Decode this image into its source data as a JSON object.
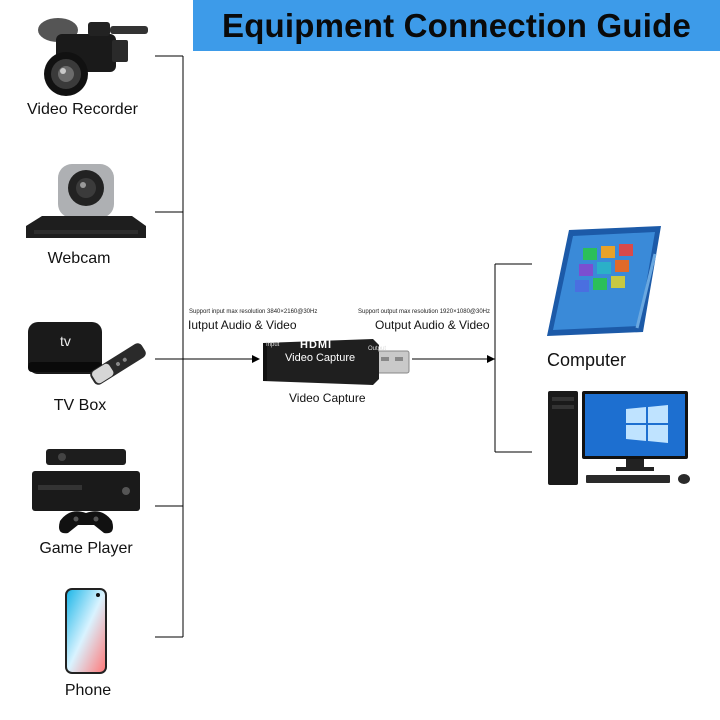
{
  "title": "Equipment Connection Guide",
  "colors": {
    "banner": "#3d9be9",
    "line": "#000000"
  },
  "sources": [
    {
      "label": "Video Recorder",
      "icon": "camcorder-icon"
    },
    {
      "label": "Webcam",
      "icon": "ptz-webcam-icon"
    },
    {
      "label": "TV Box",
      "icon": "apple-tv-box-icon"
    },
    {
      "label": "Game Player",
      "icon": "game-console-icon"
    },
    {
      "label": "Phone",
      "icon": "smartphone-icon"
    }
  ],
  "capture": {
    "input_spec": "Support input max resolution 3840×2160@30Hz",
    "input_label": "Iutput Audio & Video",
    "output_spec": "Support output max resolution 1920×1080@30Hz",
    "output_label": "Output Audio & Video",
    "device_label": "Video Capture",
    "device_brand": "HDMI",
    "device_text": "Video Capture",
    "port_input": "Input",
    "port_output": "Output"
  },
  "targets": [
    {
      "label": "Computer",
      "icon": "tablet-computer-icon"
    },
    {
      "label": "",
      "icon": "desktop-computer-icon"
    }
  ]
}
